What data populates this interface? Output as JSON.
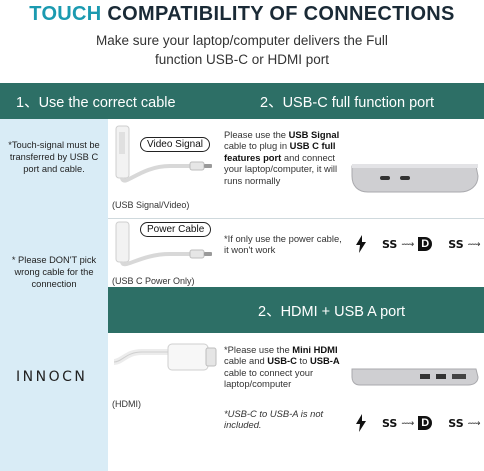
{
  "header": {
    "title_accent": "TOUCH",
    "title_rest": "COMPATIBILITY OF CONNECTIONS",
    "subtitle_line1": "Make sure your laptop/computer delivers the Full",
    "subtitle_line2": "function USB-C or HDMI port"
  },
  "sections": {
    "correct_cable": "1、Use the correct cable",
    "usbc_port": "2、USB-C full function port",
    "hdmi_port": "2、HDMI + USB A port"
  },
  "left_notes": {
    "touch_signal": "*Touch-signal must be transferred by USB C port and cable.",
    "dont_pick_wrong": "* Please DON'T pick wrong cable for the connection",
    "logo": "INNOCN"
  },
  "cables": {
    "signal_callout": "Video Signal",
    "signal_label": "(USB Signal/Video)",
    "power_callout": "Power Cable",
    "power_label": "(USB C Power Only)",
    "hdmi_label": "(HDMI)"
  },
  "instructions": {
    "usbc_pre": "Please use the ",
    "usbc_bold1": "USB Signal",
    "usbc_mid": " cable to plug in ",
    "usbc_bold2": "USB C full features port",
    "usbc_post": " and connect your laptop/computer, it will runs normally",
    "power_note": "*If only use the power cable, it won't work",
    "hdmi_pre": "*Please use the ",
    "hdmi_bold1": "Mini HDMI",
    "hdmi_mid1": " cable and ",
    "hdmi_bold2": "USB-C",
    "hdmi_mid2": " to ",
    "hdmi_bold3": "USB-A",
    "hdmi_post": " cable to connect your laptop/computer",
    "hdmi_note": "*USB-C to USB-A is not included."
  },
  "port_icons": {
    "superspeed": "SS",
    "displayport": "D"
  },
  "colors": {
    "accent": "#1b9ab0",
    "header_bg": "#2d6f66",
    "left_bg": "#d9ecf6"
  }
}
